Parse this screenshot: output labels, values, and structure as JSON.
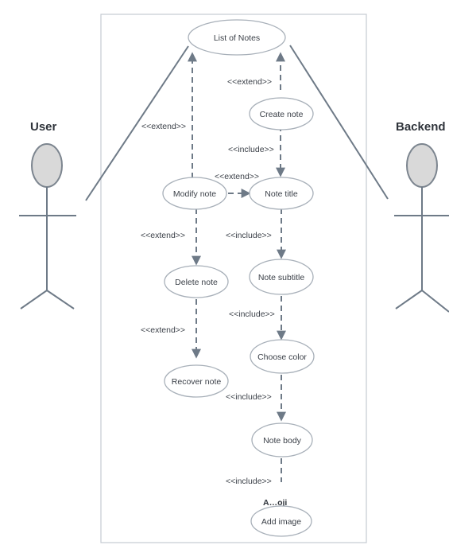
{
  "actors": {
    "user": "User",
    "backend": "Backend"
  },
  "use_cases": {
    "list_of_notes": "List of Notes",
    "create_note": "Create note",
    "modify_note": "Modify note",
    "note_title": "Note title",
    "delete_note": "Delete note",
    "note_subtitle": "Note subtitle",
    "choose_color": "Choose color",
    "recover_note": "Recover note",
    "note_body": "Note body",
    "add_emoji_partial": "A…oji",
    "add_image": "Add image"
  },
  "relations": {
    "extend_create_to_list": "<<extend>>",
    "extend_modify_to_list": "<<extend>>",
    "extend_modify_to_title": "<<extend>>",
    "extend_delete_to_modify": "<<extend>>",
    "extend_recover_to_delete": "<<extend>>",
    "include_create_title": "<<include>>",
    "include_title_subtitle": "<<include>>",
    "include_subtitle_color": "<<include>>",
    "include_color_body": "<<include>>",
    "include_body_emoji": "<<include>>"
  },
  "colors": {
    "line": "#6e7a87",
    "ellipse_fill": "#ffffff",
    "ellipse_stroke": "#a8b0b9",
    "actor_head_fill": "#d9d9d9",
    "boundary": "#c4cad1"
  }
}
